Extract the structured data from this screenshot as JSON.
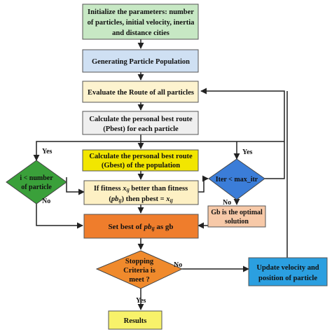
{
  "nodes": {
    "init": {
      "line1": "Initialize the parameters: number",
      "line2": "of particles, initial velocity, inertia",
      "line3": "and distance cities"
    },
    "generate": {
      "label": "Generating Particle Population"
    },
    "evaluate": {
      "label": "Evaluate the Route of all particles"
    },
    "pbest": {
      "line1": "Calculate the personal best route",
      "line2": "(Pbest) for each particle"
    },
    "gbest": {
      "line1": "Calculate the personal best route",
      "line2": "(Gbest) of the population"
    },
    "fitness": {
      "line1_a": "If fitness ",
      "line1_var": "x",
      "line1_sub": "ij",
      "line1_b": " better than fitness",
      "line2_a": "(",
      "line2_var": "pb",
      "line2_sub": "ij",
      "line2_b": ") then pbest = ",
      "line2_var2": "x",
      "line2_sub2": "ij"
    },
    "set_best": {
      "label_a": "Set best of ",
      "label_var": "pb",
      "label_sub": "ij",
      "label_b": " as gb"
    },
    "i_check": {
      "line1": "i < number",
      "line2": "of particle"
    },
    "iter_check": {
      "label": "Iter < max_itr"
    },
    "gb_optimal": {
      "line1": "Gb is the optimal",
      "line2": "solution"
    },
    "stopping": {
      "line1": "Stopping",
      "line2": "Criteria is",
      "line3": "meet ?"
    },
    "update": {
      "line1": "Update  velocity  and",
      "line2": "position of particle"
    },
    "results": {
      "label": "Results"
    }
  },
  "edge_labels": {
    "i_yes": "Yes",
    "i_no": "No",
    "iter_yes": "Yes",
    "iter_no": "No",
    "stop_no": "No",
    "stop_yes": "Yes"
  },
  "colors": {
    "init": "#c7e8c4",
    "generate": "#cfe0f3",
    "evaluate": "#fdf3cf",
    "pbest": "#efefef",
    "gbest": "#f2e600",
    "fitness": "#fdf0c4",
    "set_best": "#ef7d2c",
    "i_check": "#3aa03a",
    "iter_check": "#3b7dd8",
    "gb_optimal": "#f7c9a8",
    "stopping": "#f08a2c",
    "update": "#2b9fe0",
    "results": "#f8f26a"
  }
}
